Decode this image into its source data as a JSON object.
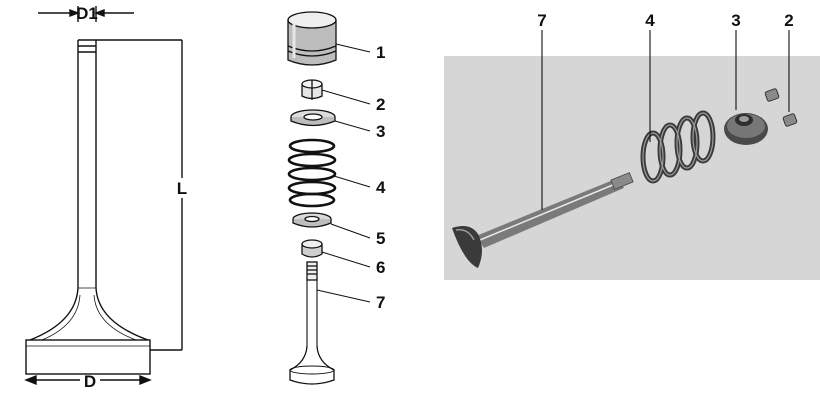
{
  "valve_dimensions": {
    "stem_diameter_label": "D1",
    "head_diameter_label": "D",
    "length_label": "L"
  },
  "exploded_view": {
    "callouts": [
      "1",
      "2",
      "3",
      "4",
      "5",
      "6",
      "7"
    ]
  },
  "photo_view": {
    "callouts": [
      "7",
      "4",
      "3",
      "2"
    ]
  },
  "colors": {
    "line": "#111111",
    "photo_background": "#d6d6d6",
    "metal_dark": "#3a3a3a",
    "metal_light": "#bdbdbd"
  }
}
